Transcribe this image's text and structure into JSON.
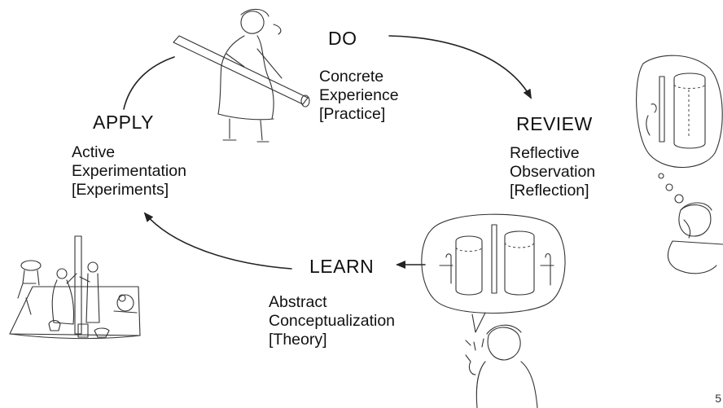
{
  "stages": {
    "do": {
      "heading": "DO",
      "lines": [
        "Concrete",
        "Experience",
        "[Practice]"
      ]
    },
    "review": {
      "heading": "REVIEW",
      "lines": [
        "Reflective",
        "Observation",
        "[Reflection]"
      ]
    },
    "learn": {
      "heading": "LEARN",
      "lines": [
        "Abstract",
        "Conceptualization",
        "[Theory]"
      ]
    },
    "apply": {
      "heading": "APPLY",
      "lines": [
        "Active",
        "Experimentation",
        "[Experiments]"
      ]
    }
  },
  "page_number": "5",
  "colors": {
    "ink": "#222222",
    "background": "#ffffff"
  },
  "illustrations": [
    "woman-carrying-pipe",
    "thinking-woman-with-tank-bubble",
    "speaking-woman-with-tanks-bubble",
    "group-building-well"
  ]
}
